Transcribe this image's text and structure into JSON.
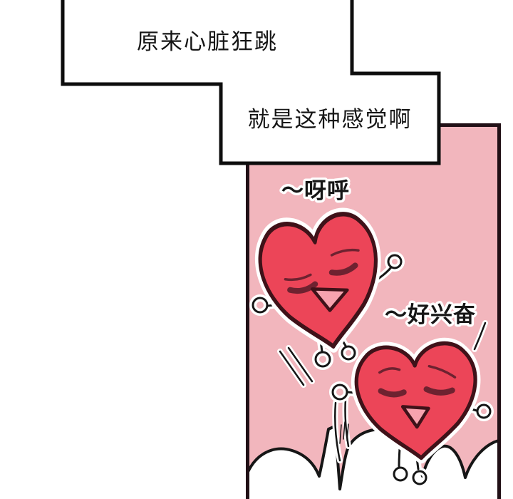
{
  "speech_bubbles": [
    {
      "text": "原来心脏狂跳"
    },
    {
      "text": "就是这种感觉啊"
    }
  ],
  "panel": {
    "shouts": [
      {
        "text": "～呀呼"
      },
      {
        "text": "～好兴奋"
      }
    ]
  },
  "colors": {
    "page_bg": "#ffffff",
    "bubble_fill": "#ffffff",
    "bubble_border": "#0d0d0d",
    "text_color": "#161616",
    "panel_bg": "#f2b6bd",
    "panel_border": "#211016",
    "heart_fill": "#ec4558",
    "heart_outline": "#3f1219",
    "heart_face": "#6e2230",
    "mouth_fill": "#f7a3af",
    "limb_color": "#161616",
    "limb_casing": "#ffffff",
    "cloud_fill": "#ffffff",
    "cloud_outline": "#161616",
    "shout_outline": "#ffffff"
  }
}
